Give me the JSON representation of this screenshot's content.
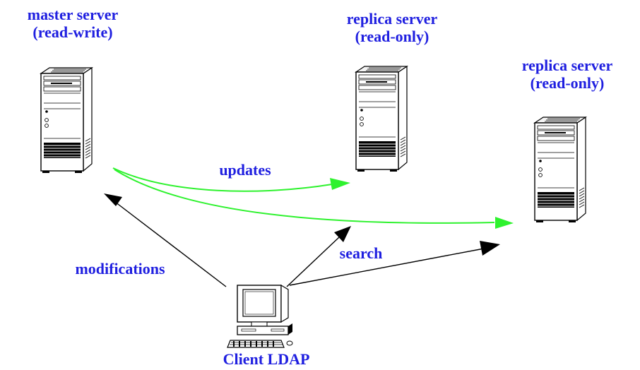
{
  "colors": {
    "label": "#1f1fe0",
    "update_arrow": "#2ef22e",
    "client_arrow": "#000000",
    "outline": "#000000"
  },
  "nodes": {
    "master": {
      "line1": "master server",
      "line2": "(read-write)",
      "icon": "server-tower-icon"
    },
    "replica1": {
      "line1": "replica server",
      "line2": "(read-only)",
      "icon": "server-tower-icon"
    },
    "replica2": {
      "line1": "replica server",
      "line2": "(read-only)",
      "icon": "server-tower-icon"
    },
    "client": {
      "label": "Client LDAP",
      "icon": "workstation-icon"
    }
  },
  "edges": {
    "updates": {
      "label": "updates",
      "from": "master",
      "to": [
        "replica1",
        "replica2"
      ]
    },
    "modifications": {
      "label": "modifications",
      "from": "client",
      "to": "master"
    },
    "search": {
      "label": "search",
      "from": "client",
      "to": [
        "replica1",
        "replica2"
      ]
    }
  }
}
